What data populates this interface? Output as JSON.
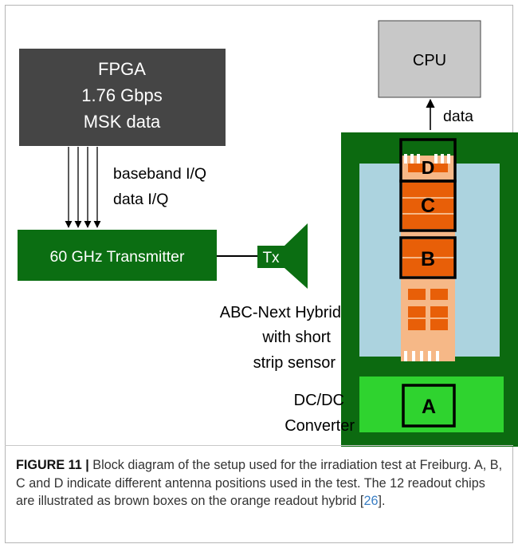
{
  "fpga": {
    "line1": "FPGA",
    "line2": "1.76 Gbps",
    "line3": "MSK data"
  },
  "signal": {
    "line1": "baseband I/Q",
    "line2": "data I/Q"
  },
  "transmitter": {
    "label": "60 GHz Transmitter"
  },
  "antenna": {
    "label": "Tx"
  },
  "cpu": {
    "label": "CPU"
  },
  "data_link": {
    "label": "data"
  },
  "hybrid_label": {
    "line1": "ABC-Next Hybrid",
    "line2": "with short",
    "line3": "strip sensor"
  },
  "converter": {
    "label": "DC/DC",
    "label2": "Converter"
  },
  "positions": {
    "a": "A",
    "b": "B",
    "c": "C",
    "d": "D"
  },
  "caption": {
    "fig_label": "FIGURE 11 |",
    "text": " Block diagram of the setup used for the irradiation test at Freiburg. A, B, C and D indicate different antenna positions used in the test. The 12 readout chips are illustrated as brown boxes on the orange readout hybrid [",
    "ref": "26",
    "tail": "]."
  },
  "colors": {
    "fpga_box": "#454545",
    "transmitter_green": "#0b6e12",
    "cpu_box": "#c8c8c8",
    "board_green": "#0c6a10",
    "sensor_blue": "#acd3df",
    "hybrid_orange": "#f6b887",
    "chip_brown": "#e85f08",
    "converter_green": "#2fd32f"
  }
}
